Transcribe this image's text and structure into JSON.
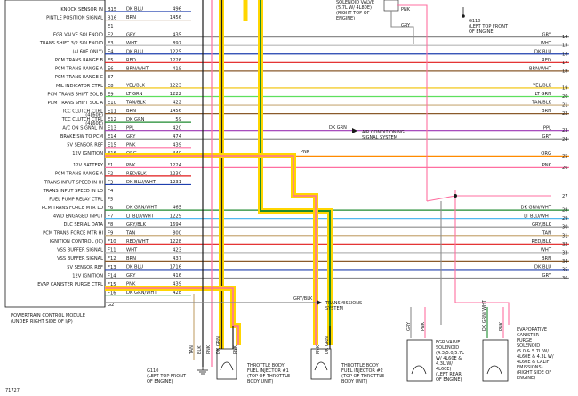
{
  "colors": {
    "highlight": "#ffd600",
    "outline": "#1a1a1a",
    "GRY": "#8c8c8c",
    "WHT": "#b5b5b5",
    "DK BLU": "#1f3fae",
    "RED": "#e11a1a",
    "BRN": "#8a5a2b",
    "YEL": "#f0c000",
    "LT GRN": "#5ee05e",
    "TAN": "#c8aa78",
    "DK GRN": "#1d8a2e",
    "PPL": "#9b35b4",
    "ORG": "#ff8a00",
    "PNK": "#ff6fa0",
    "LT BLU": "#52b8f0",
    "BLK": "#1a1a1a"
  },
  "pcm": {
    "title": "POWERTRAIN CONTROL MODULE",
    "subtitle": "(UNDER RIGHT SIDE OF I/P)",
    "circuits": [
      "KNOCK SENSOR IN",
      "PINTLE POSITION SIGNAL",
      "EGR VALVE SOLENOID",
      "TRANS SHIFT 3/2 SOLENOID",
      "(4L60E ONLY)",
      "PCM TRANS RANGE B",
      "PCM TRANS RANGE A",
      "PCM TRANS RANGE C",
      "MIL INDICATOR CTRL",
      "PCM TRANS SHIFT SOL B",
      "PCM TRANS SHIFT SOL A",
      "TCC CLUTCH CTRL",
      "(4L60E)",
      "TCC CLUTCH CTRL",
      "(4L60E)",
      "A/C ON SIGNAL IN",
      "BRAKE SW TO PCM",
      "5V SENSOR REF",
      "12V IGNITION",
      "12V BATTERY",
      "PCM TRANS RANGE A",
      "TRANS INPUT SPEED IN HI",
      "TRANS INPUT SPEED IN LO",
      "FUEL PUMP RELAY CTRL",
      "PCM TRANS FORCE MTR LO",
      "4WD ENGAGED INPUT",
      "DLC SERIAL DATA",
      "PCM TRANS FORCE MTR HI",
      "IGNITION CONTROL (IC)",
      "VSS BUFFER SIGNAL",
      "VSS BUFFER SIGNAL",
      "5V SENSOR REF",
      "12V IGNITION",
      "EVAP CANISTER PURGE CTRL"
    ]
  },
  "wires": [
    {
      "pin": "B15",
      "color": "DK BLU",
      "circuit": "496",
      "dest": "",
      "stroke": "DK BLU"
    },
    {
      "pin": "B16",
      "color": "BRN",
      "circuit": "1456",
      "dest": "",
      "stroke": "BRN"
    },
    {
      "pin": "E1",
      "color": "",
      "circuit": "",
      "dest": "",
      "stroke": ""
    },
    {
      "pin": "E2",
      "color": "GRY",
      "circuit": "435",
      "dest": "GRY",
      "stroke": "GRY",
      "num": "14"
    },
    {
      "pin": "E3",
      "color": "WHT",
      "circuit": "897",
      "dest": "WHT",
      "stroke": "WHT",
      "num": "15"
    },
    {
      "pin": "E4",
      "color": "DK BLU",
      "circuit": "1225",
      "dest": "DK BLU",
      "stroke": "DK BLU",
      "num": "16"
    },
    {
      "pin": "E5",
      "color": "RED",
      "circuit": "1226",
      "dest": "RED",
      "stroke": "RED",
      "num": "17"
    },
    {
      "pin": "E6",
      "color": "BRN/WHT",
      "circuit": "419",
      "dest": "BRN/WHT",
      "stroke": "BRN",
      "num": "18"
    },
    {
      "pin": "E7",
      "color": "",
      "circuit": "",
      "dest": "",
      "stroke": ""
    },
    {
      "pin": "E8",
      "color": "YEL/BLK",
      "circuit": "1223",
      "dest": "YEL/BLK",
      "stroke": "YEL",
      "num": "19"
    },
    {
      "pin": "E9",
      "color": "LT GRN",
      "circuit": "1222",
      "dest": "LT GRN",
      "stroke": "LT GRN",
      "num": "20"
    },
    {
      "pin": "E10",
      "color": "TAN/BLK",
      "circuit": "422",
      "dest": "TAN/BLK",
      "stroke": "TAN",
      "num": "21"
    },
    {
      "pin": "E11",
      "color": "BRN",
      "circuit": "1456",
      "dest": "BRN",
      "stroke": "BRN",
      "num": "22"
    },
    {
      "pin": "E12",
      "color": "DK GRN",
      "circuit": "59",
      "dest": "",
      "stroke": "DK GRN"
    },
    {
      "pin": "E13",
      "color": "PPL",
      "circuit": "420",
      "dest": "PPL",
      "stroke": "PPL",
      "num": "23"
    },
    {
      "pin": "E14",
      "color": "GRY",
      "circuit": "474",
      "dest": "GRY",
      "stroke": "GRY",
      "num": "24"
    },
    {
      "pin": "E15",
      "color": "PNK",
      "circuit": "439",
      "dest": "",
      "stroke": "PNK"
    },
    {
      "pin": "E16",
      "color": "ORG",
      "circuit": "440",
      "dest": "ORG",
      "stroke": "ORG",
      "num": "25"
    },
    {
      "pin": "F1",
      "color": "PNK",
      "circuit": "1224",
      "dest": "PNK",
      "stroke": "PNK",
      "num": "26"
    },
    {
      "pin": "F2",
      "color": "RED/BLK",
      "circuit": "1230",
      "dest": "",
      "stroke": "RED"
    },
    {
      "pin": "F3",
      "color": "DK BLU/WHT",
      "circuit": "1231",
      "dest": "",
      "stroke": "DK BLU"
    },
    {
      "pin": "F4",
      "color": "",
      "circuit": "",
      "dest": "",
      "stroke": ""
    },
    {
      "pin": "F5",
      "color": "",
      "circuit": "",
      "dest": "",
      "stroke": ""
    },
    {
      "pin": "F6",
      "color": "DK GRN/WHT",
      "circuit": "465",
      "dest": "DK GRN/WHT",
      "stroke": "DK GRN",
      "num": "28"
    },
    {
      "pin": "F7",
      "color": "LT BLU/WHT",
      "circuit": "1229",
      "dest": "LT BLU/WHT",
      "stroke": "LT BLU",
      "num": "29"
    },
    {
      "pin": "F8",
      "color": "GRY/BLK",
      "circuit": "1694",
      "dest": "GRY/BLK",
      "stroke": "GRY",
      "num": "30"
    },
    {
      "pin": "F9",
      "color": "TAN",
      "circuit": "800",
      "dest": "TAN",
      "stroke": "TAN",
      "num": "31"
    },
    {
      "pin": "F10",
      "color": "RED/WHT",
      "circuit": "1228",
      "dest": "RED/BLK",
      "stroke": "RED",
      "num": "32"
    },
    {
      "pin": "F11",
      "color": "WHT",
      "circuit": "423",
      "dest": "WHT",
      "stroke": "WHT",
      "num": "33"
    },
    {
      "pin": "F12",
      "color": "BRN",
      "circuit": "437",
      "dest": "BRN",
      "stroke": "BRN",
      "num": "34"
    },
    {
      "pin": "F13",
      "color": "DK BLU",
      "circuit": "1716",
      "dest": "DK BLU",
      "stroke": "DK BLU",
      "num": "35"
    },
    {
      "pin": "F14",
      "color": "GRY",
      "circuit": "416",
      "dest": "GRY",
      "stroke": "GRY",
      "num": "36"
    },
    {
      "pin": "F15",
      "color": "PNK",
      "circuit": "439",
      "dest": "",
      "stroke": "PNK"
    },
    {
      "pin": "F16",
      "color": "DK GRN/WHT",
      "circuit": "428",
      "dest": "",
      "stroke": "DK GRN"
    }
  ],
  "f_blank_pin": "G2",
  "labels": {
    "egr_top": [
      "SOLENOID VALVE",
      "(5.7L W/ 4L80E)",
      "(RIGHT TOP OF",
      "ENGINE)"
    ],
    "g110_top": [
      "G110",
      "(LEFT TOP FRONT",
      "OF ENGINE)"
    ],
    "top_pnk": "PNK",
    "top_gry": "GRY",
    "ac_signal": [
      "AIR CONDITIONING",
      "SIGNAL SYSTEM"
    ],
    "ac_dk_grn": "DK GRN",
    "pnk_tap": "PNK",
    "wire27_num": "27",
    "gry_blk_bottom": "GRY/BLK",
    "transmissions": [
      "TRANSMISSIONS",
      "SYSTEM"
    ],
    "g110_bottom": [
      "G110",
      "(LEFT TOP FRONT",
      "OF ENGINE)"
    ],
    "tan_v": "TAN",
    "blk_v": "BLK",
    "pnk_v": "PNK",
    "dk_grn_v": "DK GRN",
    "gry_v": "GRY",
    "pnk_v2": "PNK",
    "dk_grn_wht_v": "DK GRN/ WHT",
    "pnk_v3": "PNK",
    "pnk_inj1": "PNK",
    "pnk_inj2": "PNK",
    "injector1": [
      "THROTTLE BODY",
      "FUEL INJECTOR #1",
      "(TOP OF THROTTLE",
      "BODY UNIT)"
    ],
    "injector2": [
      "THROTTLE BODY",
      "FUEL INJECTOR #2",
      "(TOP OF THROTTLE",
      "BODY UNIT)"
    ],
    "egr_bottom": [
      "EGR VALVE",
      "SOLENOID",
      "(4.3/5.0/5.7L",
      "W/ 4L60E &",
      "4.3L W/",
      "4L60E)",
      "(LEFT REAR",
      "OF ENGINE)"
    ],
    "evap": [
      "EVAPORATIVE",
      "CANISTER",
      "PURGE",
      "SOLENOID",
      "(5.0 & 5.7L W/",
      "4L60E & 4.3L W/",
      "4L60E & CALIF",
      "EMISSIONS)",
      "(RIGHT SIDE OF",
      "ENGINE)"
    ],
    "figure_id": "71727"
  }
}
